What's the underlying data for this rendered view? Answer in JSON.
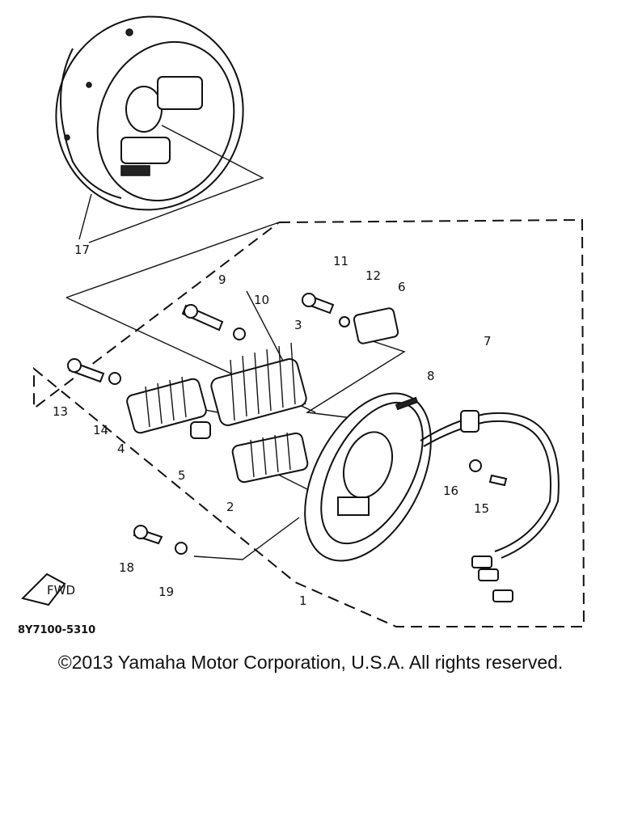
{
  "callouts": [
    "1",
    "2",
    "3",
    "4",
    "5",
    "6",
    "7",
    "8",
    "9",
    "10",
    "11",
    "12",
    "13",
    "14",
    "15",
    "16",
    "17",
    "18",
    "19"
  ],
  "diagram_code": "8Y7100-5310",
  "fwd_label": "FWD",
  "copyright": "©2013 Yamaha Motor Corporation, U.S.A. All rights reserved."
}
